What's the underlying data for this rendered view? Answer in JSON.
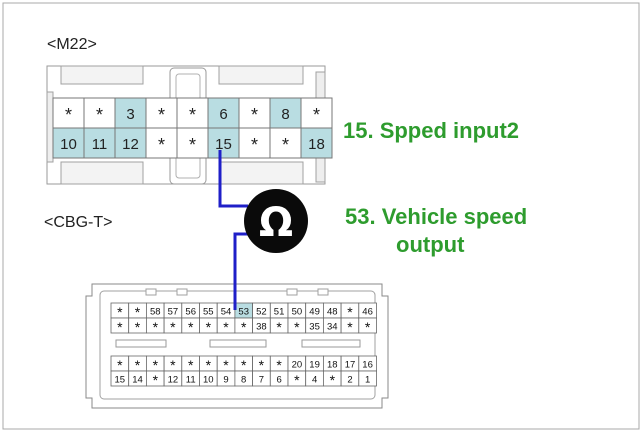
{
  "connector_top": {
    "name": "<M22>",
    "row1": [
      "*",
      "*",
      "3",
      "*",
      "*",
      "6",
      "*",
      "8",
      "*"
    ],
    "row2": [
      "10",
      "11",
      "12",
      "*",
      "*",
      "15",
      "*",
      "*",
      "18"
    ],
    "highlight_pin": "15"
  },
  "connector_bottom": {
    "name": "<CBG-T>",
    "row1": [
      "*",
      "*",
      "58",
      "57",
      "56",
      "55",
      "54",
      "53",
      "52",
      "51",
      "50",
      "49",
      "48",
      "*",
      "46"
    ],
    "row2": [
      "*",
      "*",
      "*",
      "*",
      "*",
      "*",
      "*",
      "*",
      "38",
      "*",
      "*",
      "35",
      "34",
      "*",
      "*"
    ],
    "row3": [
      "*",
      "*",
      "*",
      "*",
      "*",
      "*",
      "*",
      "*",
      "*",
      "*",
      "20",
      "19",
      "18",
      "17",
      "16"
    ],
    "row4": [
      "15",
      "14",
      "*",
      "12",
      "11",
      "10",
      "9",
      "8",
      "7",
      "6",
      "*",
      "4",
      "*",
      "2",
      "1"
    ],
    "highlight_pin": "53"
  },
  "meter": {
    "symbol": "Ω",
    "icon": "ohmmeter-icon"
  },
  "notes": {
    "top": "15. Spped input2",
    "bottom_line1": "53. Vehicle speed",
    "bottom_line2": "output"
  },
  "colors": {
    "cell_teal": "#b9dde2",
    "cell_white": "#ffffff",
    "wire_blue": "#1f1fc8",
    "note_green": "#2e9c2e",
    "meter_black": "#0a0a0a"
  }
}
